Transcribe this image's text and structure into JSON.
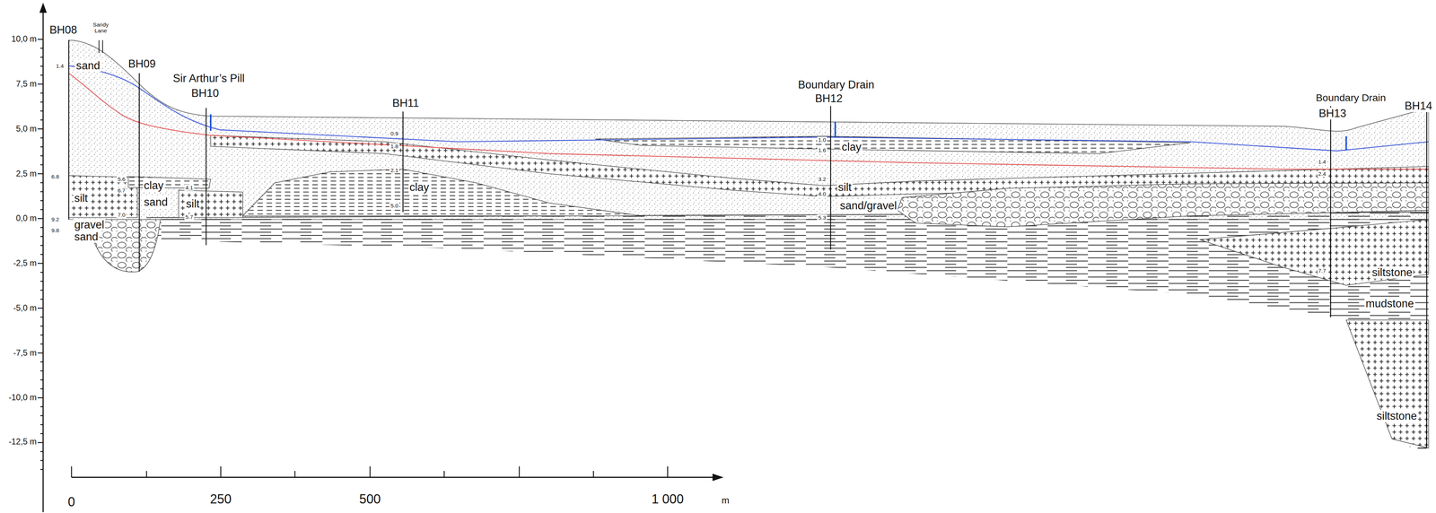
{
  "diagram": {
    "labels": [
      "10,0 m",
      "7,5 m",
      "5,0 m",
      "2,5 m",
      "0,0 m",
      "-2,5 m",
      "-5,0 m",
      "-7,5 m",
      "-10,0 m",
      "-12,5 m",
      "BH08",
      "Sandy Lane",
      "BH09",
      "Sir Arthur’s Pill",
      "BH10",
      "BH11",
      "Boundary Drain",
      "BH12",
      "Boundary Drain",
      "BH13",
      "BH14",
      "sand",
      "silt",
      "gravel",
      "sand",
      "clay",
      "sand",
      "silt",
      "clay",
      "clay",
      "silt",
      "sand/gravel",
      "siltstone",
      "mudstone",
      "siltstone",
      "1.4",
      "6.8",
      "9.2",
      "9.8",
      "5.6",
      "6.7",
      "7.0",
      "4.1",
      "5.7",
      "0.9",
      "1.8",
      "2.1",
      "5.0",
      "1.0",
      "1.6",
      "3.2",
      "4.0",
      "5.3",
      "1.4",
      "2.4",
      "7.7",
      "0",
      "250",
      "500",
      "1 000",
      "m"
    ]
  }
}
